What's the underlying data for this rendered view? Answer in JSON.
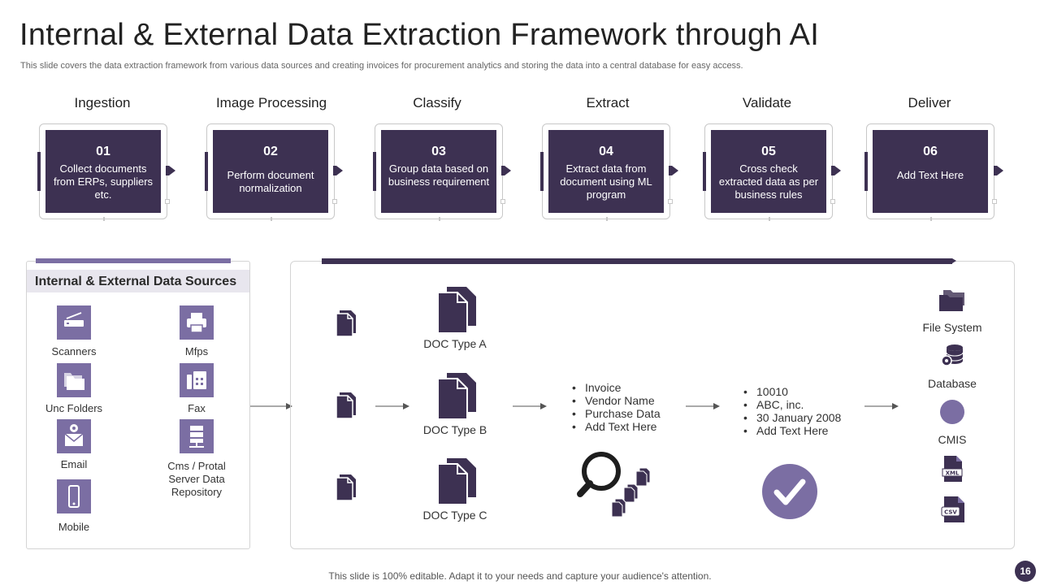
{
  "title": "Internal & External Data Extraction Framework through AI",
  "subtitle": "This slide covers the data extraction framework from various data sources and creating invoices for procurement analytics and storing the data into a central database for easy access.",
  "stages": [
    {
      "title": "Ingestion",
      "num": "01",
      "text": "Collect documents from ERPs, suppliers etc."
    },
    {
      "title": "Image Processing",
      "num": "02",
      "text": "Perform document normalization"
    },
    {
      "title": "Classify",
      "num": "03",
      "text": "Group data based on business requirement"
    },
    {
      "title": "Extract",
      "num": "04",
      "text": "Extract data from document using ML program"
    },
    {
      "title": "Validate",
      "num": "05",
      "text": "Cross check extracted data as per business rules"
    },
    {
      "title": "Deliver",
      "num": "06",
      "text": "Add Text Here"
    }
  ],
  "sources": {
    "header": "Internal & External Data Sources",
    "items": [
      {
        "label": "Scanners",
        "icon": "scanner-icon"
      },
      {
        "label": "Mfps",
        "icon": "printer-icon"
      },
      {
        "label": "Unc Folders",
        "icon": "folders-icon"
      },
      {
        "label": "Fax",
        "icon": "fax-icon"
      },
      {
        "label": "Email",
        "icon": "email-icon"
      },
      {
        "label": "Cms / Protal Server Data Repository",
        "icon": "server-icon"
      },
      {
        "label": "Mobile",
        "icon": "mobile-icon"
      }
    ]
  },
  "doc_types": [
    "DOC Type A",
    "DOC Type B",
    "DOC Type C"
  ],
  "extract_fields": [
    "Invoice",
    "Vendor Name",
    "Purchase Data",
    "Add Text Here"
  ],
  "extract_values": [
    "10010",
    "ABC, inc.",
    "30 January 2008",
    "Add Text Here"
  ],
  "outputs": [
    {
      "label": "File System",
      "icon": "folder-icon"
    },
    {
      "label": "Database",
      "icon": "database-icon"
    },
    {
      "label": "CMIS",
      "icon": "circle-icon"
    },
    {
      "label": "",
      "icon": "xml-file-icon",
      "badge": "XML"
    },
    {
      "label": "",
      "icon": "csv-file-icon",
      "badge": "CSV"
    }
  ],
  "footer": "This slide is 100% editable. Adapt it to your needs and capture your audience's attention.",
  "page_number": "16",
  "colors": {
    "primary": "#3d3152",
    "accent": "#7b6ea3",
    "light": "#e8e6ee"
  }
}
